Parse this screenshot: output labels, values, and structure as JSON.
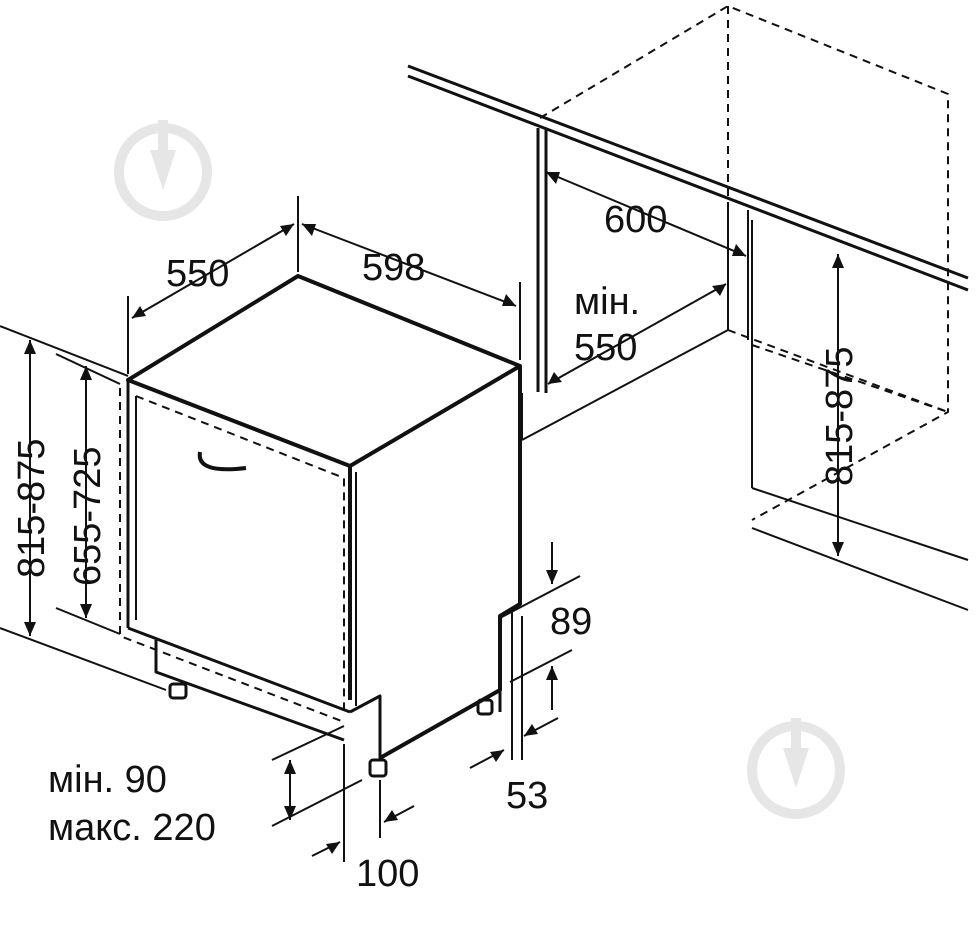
{
  "labels": {
    "depth": "550",
    "width": "598",
    "niche_width": "600",
    "niche_depth_line1": "мін.",
    "niche_depth_line2": "550",
    "niche_height": "815-875",
    "total_height": "815-875",
    "door_height": "655-725",
    "plinth_offset": "89",
    "plinth_bottom": "53",
    "plinth_height_line1": "мін. 90",
    "plinth_height_line2": "макс. 220",
    "door_foot_depth": "100"
  },
  "colors": {
    "line": "#111111",
    "background": "#ffffff",
    "watermark": "#e6e6e6"
  },
  "icons": [
    "watermark-logo-icon"
  ]
}
